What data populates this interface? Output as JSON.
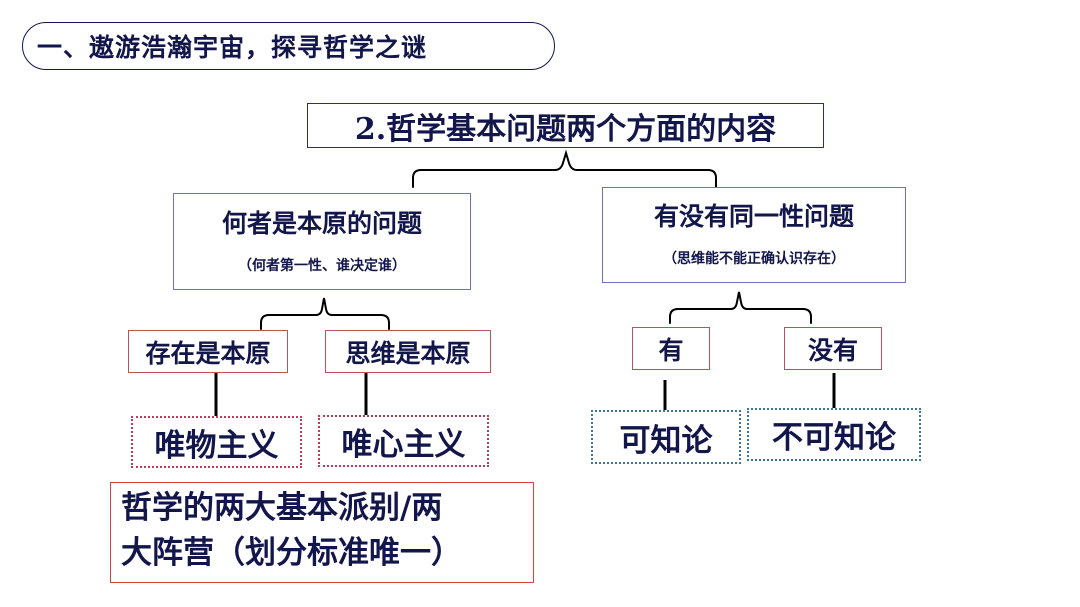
{
  "banner": {
    "text": "一、遨游浩瀚宇宙，探寻哲学之谜"
  },
  "title": {
    "text": "2.哲学基本问题两个方面的内容"
  },
  "aspects": [
    {
      "title": "何者是本原的问题",
      "subtitle": "（何者第一性、谁决定谁）"
    },
    {
      "title": "有没有同一性问题",
      "subtitle": "（思维能不能正确认识存在）"
    }
  ],
  "answers": {
    "existence_first": "存在是本原",
    "thought_first": "思维是本原",
    "yes": "有",
    "no": "没有"
  },
  "schools": {
    "materialism": "唯物主义",
    "idealism": "唯心主义",
    "knowability": "可知论",
    "agnosticism": "不可知论"
  },
  "conclusion": {
    "line1": "哲学的两大基本派别/两",
    "line2": "大阵营（划分标准唯一）"
  },
  "colors": {
    "text": "#12164a",
    "red_border": "#c0505a",
    "blue_dotted": "#3a74a8",
    "red_dotted": "#c03a5a",
    "purple_border": "#6d72c8"
  }
}
